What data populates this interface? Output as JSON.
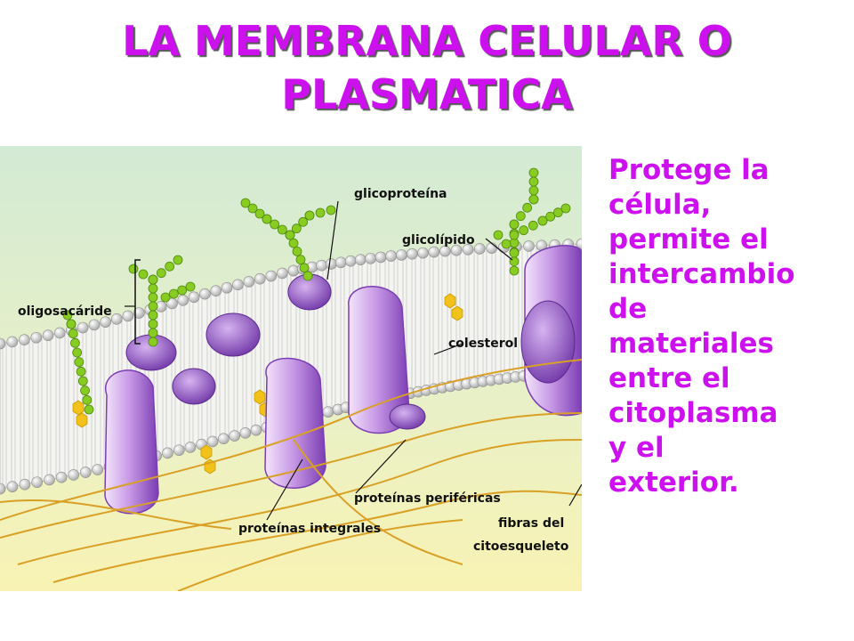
{
  "slide": {
    "title_lines": [
      "LA MEMBRANA CELULAR O",
      "PLASMATICA"
    ],
    "description_lines": [
      "Protege la",
      "célula,",
      "permite el",
      "intercambio",
      "de",
      "materiales",
      "entre el",
      "citoplasma",
      "y el",
      "exterior."
    ]
  },
  "diagram": {
    "labels": {
      "glycoprotein": "glicoproteína",
      "glycolipid": "glicolípido",
      "oligosaccharide": "oligosacáride",
      "cholesterol": "colesterol",
      "peripheral_proteins": "proteínas periféricas",
      "integral_proteins": "proteínas integrales",
      "cytoskeleton_fibers_1": "fibras del",
      "cytoskeleton_fibers_2": "citoesqueleto"
    }
  },
  "colors": {
    "title": "#cc11ee",
    "text": "#cc11ee",
    "background_top": "#d3ead4",
    "background_bottom": "#f8f3b4",
    "protein": "#9b59d0",
    "carbohydrate": "#88cc22",
    "lipid_head": "#d8d8d8",
    "fiber": "#d9a026"
  }
}
